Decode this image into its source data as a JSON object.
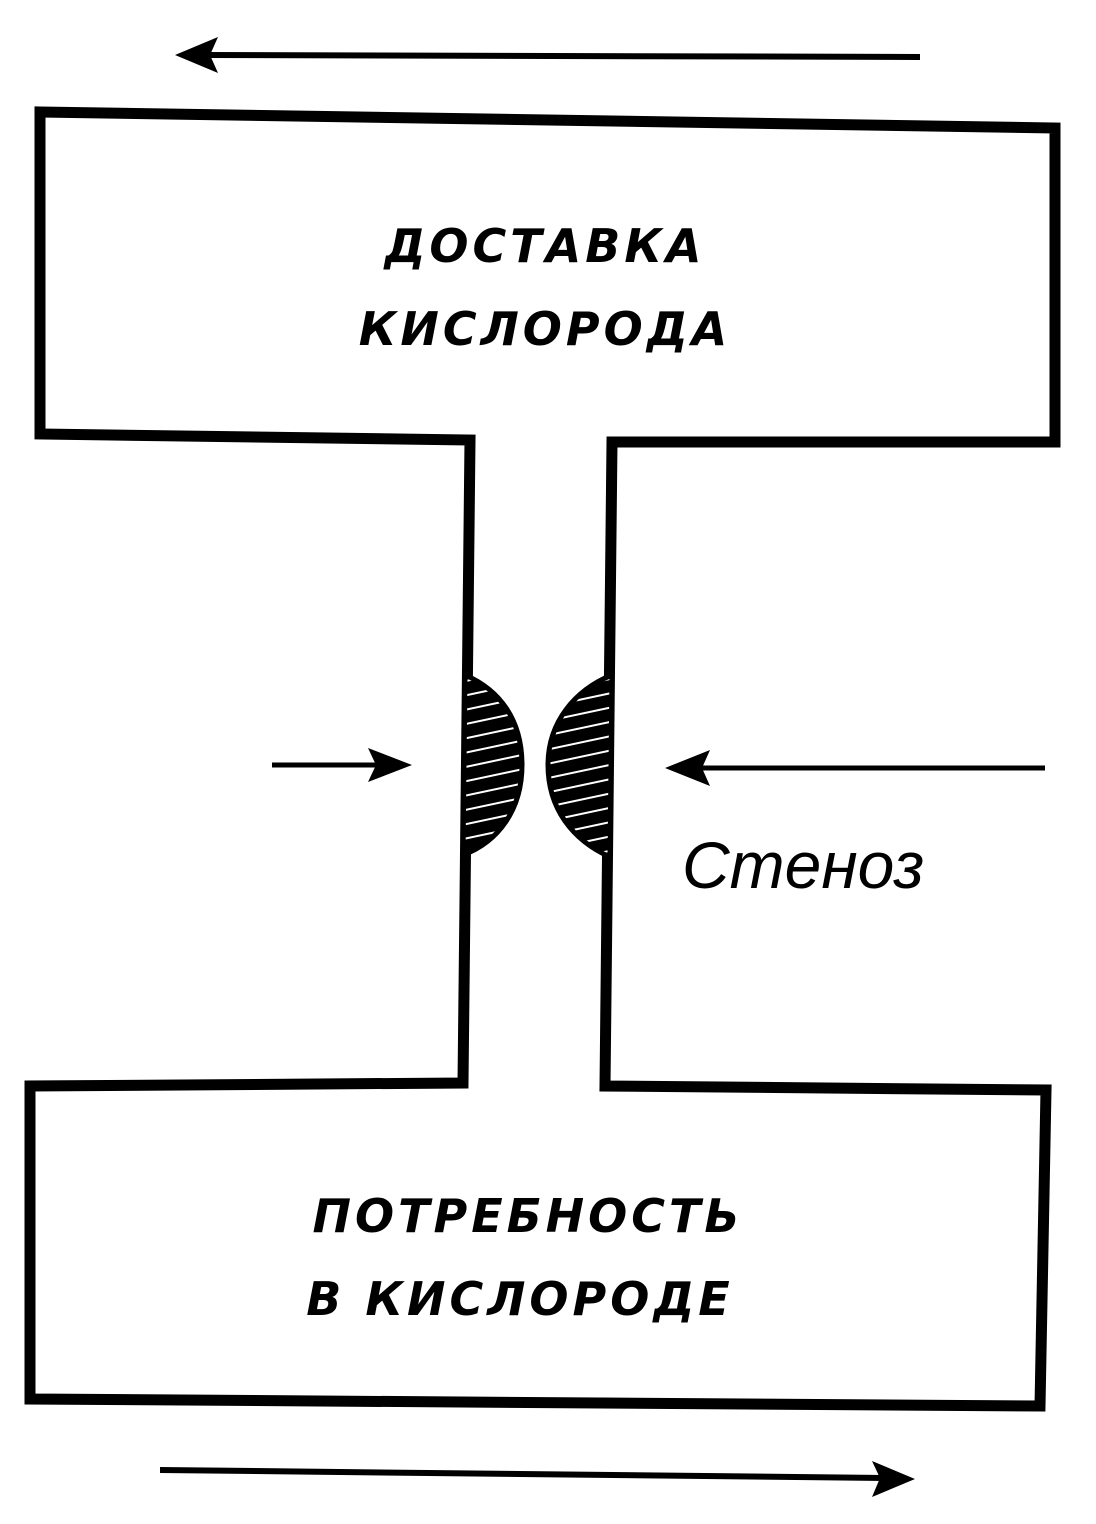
{
  "diagram": {
    "supply_box": {
      "line1": "ДОСТАВКА",
      "line2": "КИСЛОРОДА"
    },
    "demand_box": {
      "line1": "ПОТРЕБНОСТЬ",
      "line2": "В КИСЛОРОДЕ"
    },
    "stenosis_label": "Стеноз",
    "colors": {
      "ink": "#000000",
      "background": "#ffffff"
    }
  }
}
